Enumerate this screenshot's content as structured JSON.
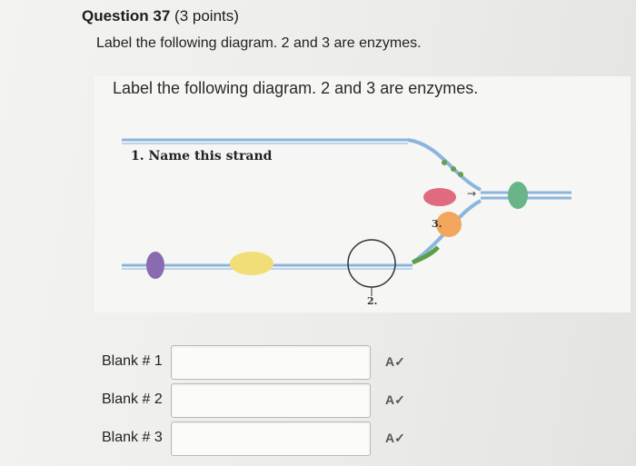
{
  "question": {
    "title": "Question 37",
    "points": "(3 points)",
    "text": "Label the following diagram. 2 and 3 are enzymes."
  },
  "diagram": {
    "title": "Label the following diagram. 2 and 3 are enzymes.",
    "strand_label": "1. Name this strand",
    "numbers": {
      "two": "2.",
      "three": "3."
    },
    "colors": {
      "strand": "#8cb4dc",
      "purple_blob": "#8a6bb0",
      "yellow_blob": "#f2de78",
      "pink_enzyme": "#e06a7f",
      "green_blob": "#6ab588",
      "orange_enzyme": "#f1a65b",
      "primer_green": "#5c9e4a"
    }
  },
  "blanks": [
    {
      "label": "Blank # 1",
      "value": "",
      "spellcheck_icon": "spellcheck-icon"
    },
    {
      "label": "Blank # 2",
      "value": "",
      "spellcheck_icon": "spellcheck-icon"
    },
    {
      "label": "Blank # 3",
      "value": "",
      "spellcheck_icon": "spellcheck-icon"
    }
  ],
  "spellcheck_glyph": "A✓"
}
